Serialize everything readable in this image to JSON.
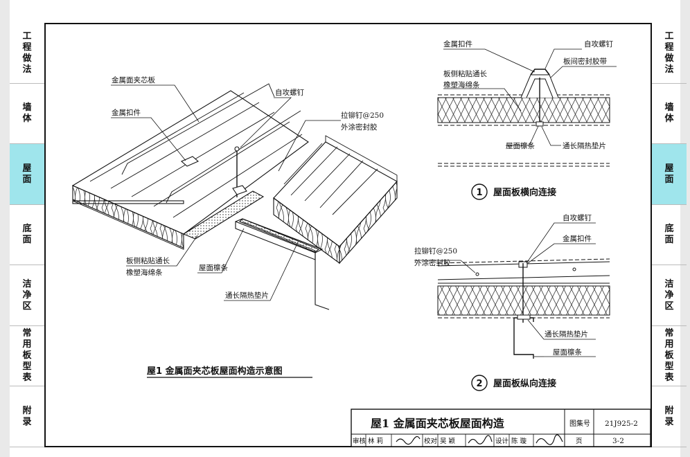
{
  "side_tabs": [
    {
      "label": "工程做法",
      "active": false
    },
    {
      "label": "墙体",
      "active": false
    },
    {
      "label": "屋面",
      "active": true
    },
    {
      "label": "底面",
      "active": false
    },
    {
      "label": "洁净区",
      "active": false
    },
    {
      "label": "常用板型表",
      "active": false
    },
    {
      "label": "附录",
      "active": false
    }
  ],
  "main_figure": {
    "labels": {
      "panel": "金属面夹芯板",
      "clip": "金属扣件",
      "screw": "自攻螺钉",
      "rivet": "拉铆钉@250",
      "rivet_sealant": "外涂密封胶",
      "sponge_line1": "板侧粘贴通长",
      "sponge_line2": "橡塑海绵条",
      "purlin": "屋面檩条",
      "pad": "通长隔热垫片"
    },
    "caption": "屋1  金属面夹芯板屋面构造示意图"
  },
  "detail1": {
    "number": "1",
    "title": "屋面板横向连接",
    "labels": {
      "clip": "金属扣件",
      "screw": "自攻螺钉",
      "seal_tape": "板间密封胶带",
      "sponge_line1": "板侧粘贴通长",
      "sponge_line2": "橡塑海绵条",
      "purlin": "屋面檩条",
      "pad": "通长隔热垫片"
    }
  },
  "detail2": {
    "number": "2",
    "title": "屋面板纵向连接",
    "labels": {
      "screw": "自攻螺钉",
      "clip": "金属扣件",
      "rivet": "拉铆钉@250",
      "rivet_sealant": "外涂密封胶",
      "pad": "通长隔热垫片",
      "purlin": "屋面檩条"
    }
  },
  "title_block": {
    "title": "屋1  金属面夹芯板屋面构造",
    "atlas_label": "图集号",
    "atlas_no": "21J925-2",
    "row": {
      "review_label": "审核",
      "review_name": "林  莉",
      "check_label": "校对",
      "check_name": "吴  颖",
      "design_label": "设计",
      "design_name": "陈  璇",
      "page_label": "页",
      "page_no": "3-2"
    }
  }
}
